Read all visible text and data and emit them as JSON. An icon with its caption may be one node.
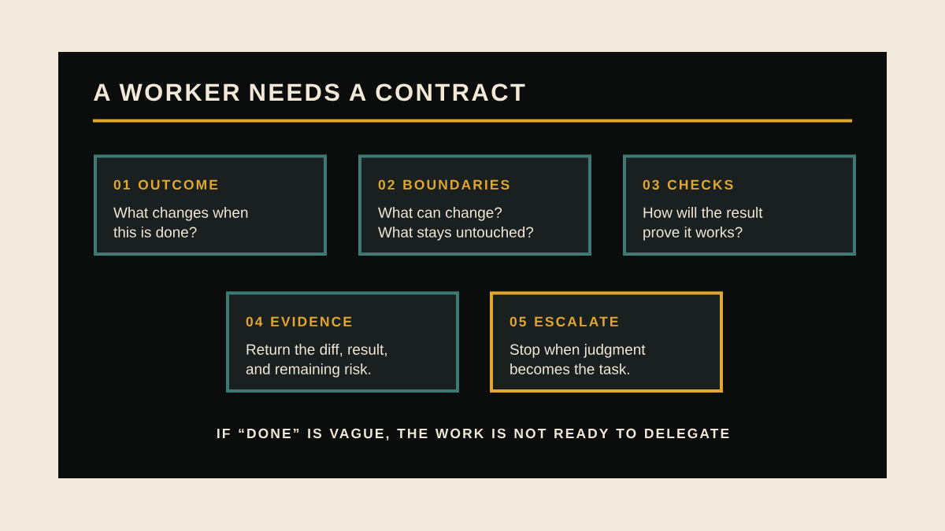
{
  "diagram": {
    "title": "A WORKER NEEDS A CONTRACT",
    "nodes": [
      {
        "text": [
          "01 OUTCOME",
          "What changes when this is done?"
        ]
      },
      {
        "text": [
          "02 BOUNDARIES",
          "What can change? What stays untouched?"
        ]
      },
      {
        "text": [
          "03 CHECKS",
          "How will the result prove it works?"
        ]
      },
      {
        "text": [
          "04 EVIDENCE",
          "Return the diff, result, and remaining risk."
        ]
      },
      {
        "text": [
          "05 ESCALATE",
          "Stop when judgment becomes the task."
        ]
      }
    ],
    "caption": "IF “DONE” IS VAGUE, THE WORK IS NOT READY TO DELEGATE"
  }
}
